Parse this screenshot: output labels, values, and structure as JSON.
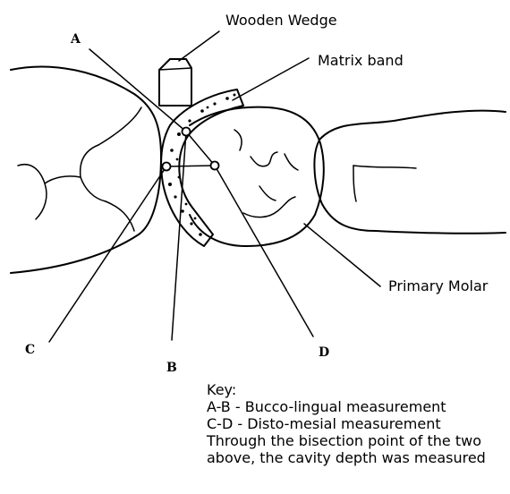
{
  "labels": {
    "wooden_wedge": "Wooden Wedge",
    "matrix_band": "Matrix band",
    "primary_molar": "Primary Molar",
    "point_a": "A",
    "point_b": "B",
    "point_c": "C",
    "point_d": "D"
  },
  "key": {
    "title": "Key:",
    "line_ab": "A-B - Bucco-lingual measurement",
    "line_cd": "C-D - Disto-mesial measurement",
    "note": "Through the bisection point of the two above, the cavity depth was measured"
  }
}
